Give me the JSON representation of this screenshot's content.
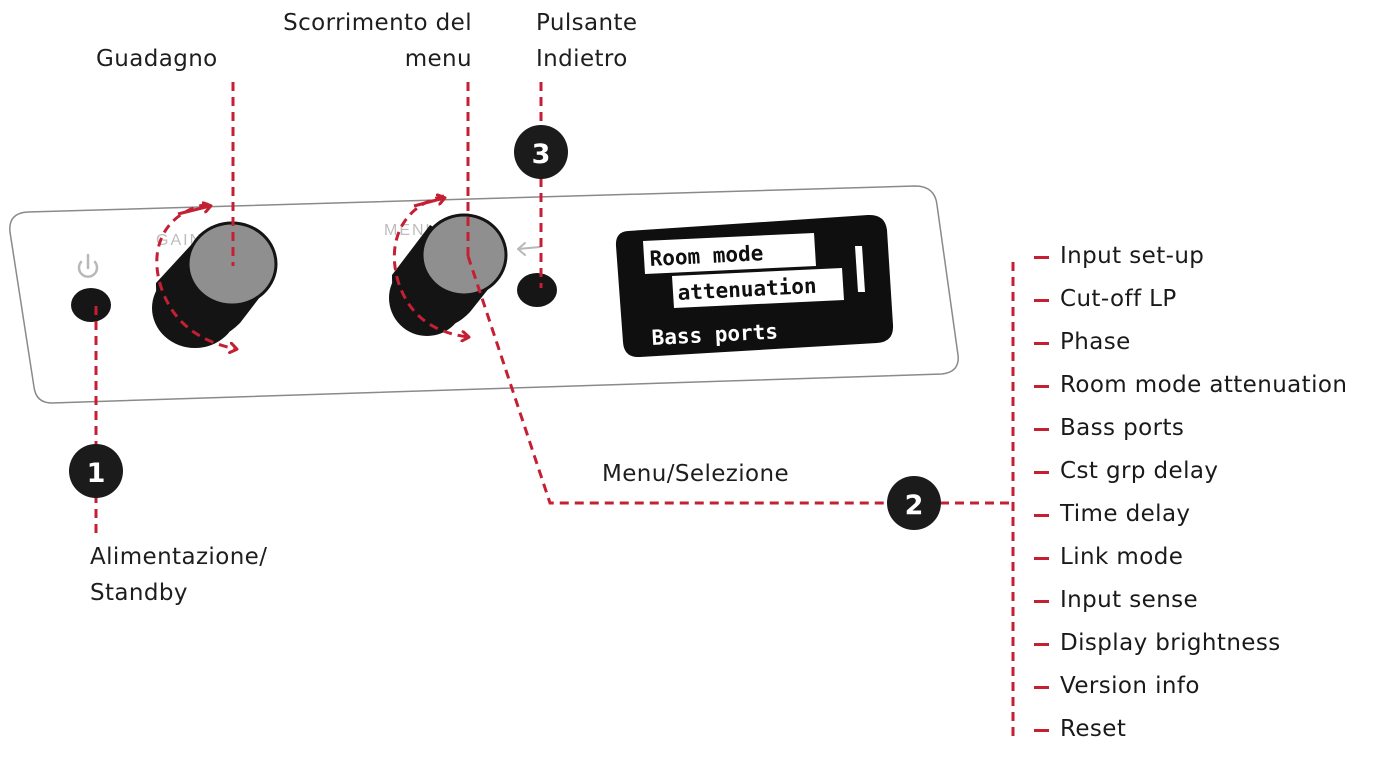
{
  "labels": {
    "gain": "Guadagno",
    "menu_scroll_line1": "Scorrimento del",
    "menu_scroll_line2": "menu",
    "back_line1": "Pulsante",
    "back_line2": "Indietro",
    "menu_select": "Menu/Selezione",
    "power_line1": "Alimentazione/",
    "power_line2": "Standby"
  },
  "badges": [
    "1",
    "2",
    "3"
  ],
  "panel": {
    "gain_engraving": "GAIN",
    "menu_engraving": "MENU",
    "display_line1": "Room mode",
    "display_line2": "attenuation",
    "display_line3": "Bass ports"
  },
  "menu_items": [
    "Input set-up",
    "Cut-off LP",
    "Phase",
    "Room mode attenuation",
    "Bass ports",
    "Cst grp delay",
    "Time delay",
    "Link mode",
    "Input sense",
    "Display brightness",
    "Version info",
    "Reset"
  ],
  "colors": {
    "leader_red": "#c41f33",
    "badge_fill": "#1b1b1b",
    "knob_face": "#8f8f8f",
    "knob_body": "#141414",
    "panel_outline": "#8a8a8a"
  }
}
